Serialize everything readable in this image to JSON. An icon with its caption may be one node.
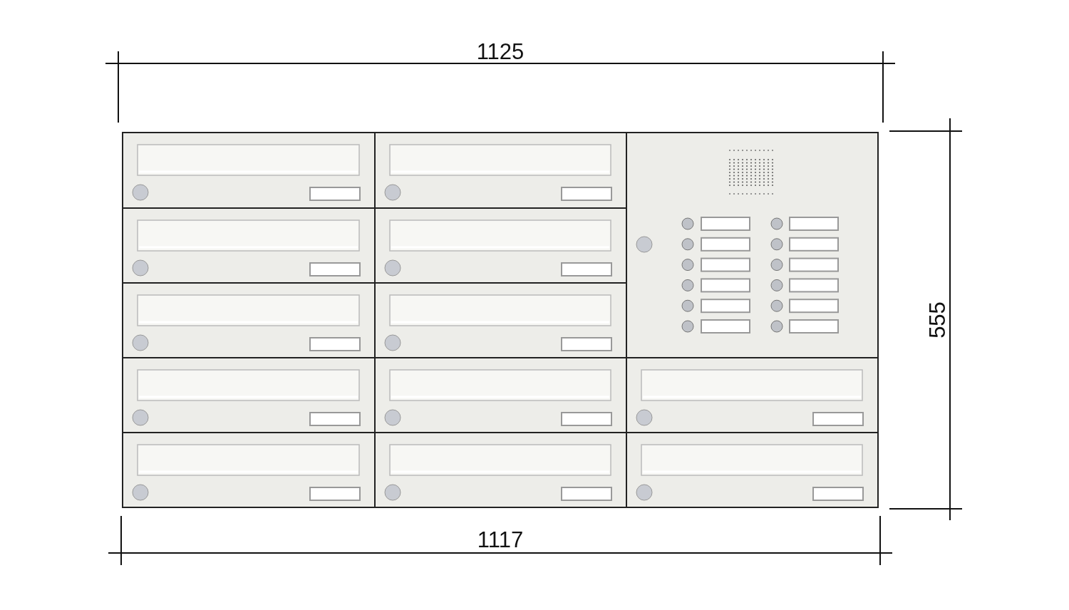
{
  "diagram": {
    "labels": [
      "1125",
      "555",
      "1117"
    ]
  }
}
